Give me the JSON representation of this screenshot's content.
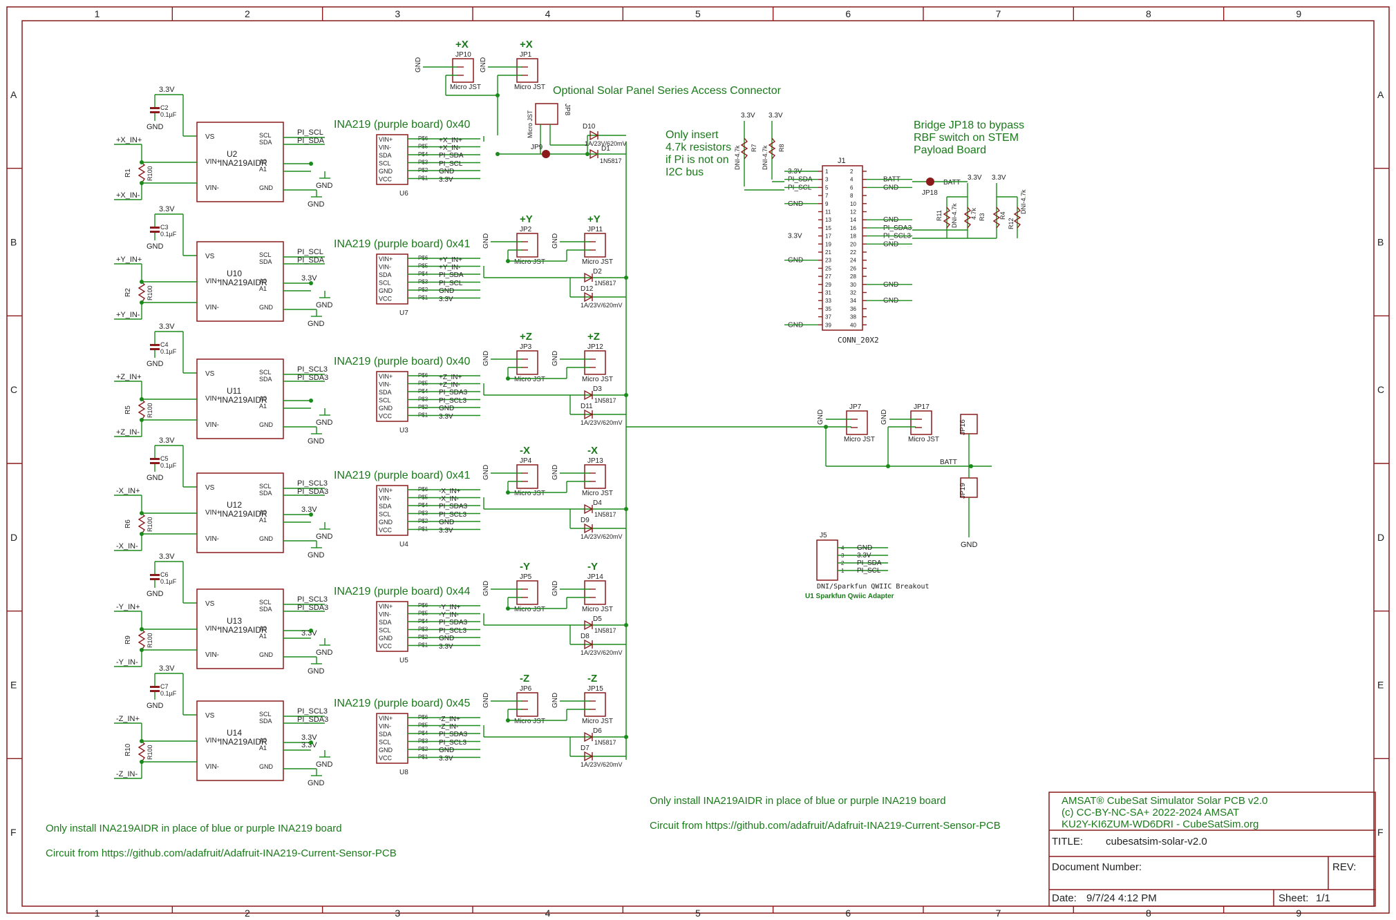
{
  "frame": {
    "columns": [
      "1",
      "2",
      "3",
      "4",
      "5",
      "6",
      "7",
      "8",
      "9"
    ],
    "rows": [
      "A",
      "B",
      "C",
      "D",
      "E",
      "F"
    ]
  },
  "notes": {
    "optional_connector": "Optional Solar Panel Series Access Connector",
    "pullups": [
      "Only insert",
      "4.7k resistors",
      "if Pi is not on",
      "I2C  bus"
    ],
    "bridge": [
      "Bridge JP18 to bypass",
      "RBF switch on STEM",
      "Payload Board"
    ],
    "install_left": "Only install INA219AIDR in place of blue or purple INA219 board",
    "circuit_left": "Circuit from https://github.com/adafruit/Adafruit-INA219-Current-Sensor-PCB",
    "install_right": "Only install INA219AIDR in place of blue or purple INA219 board",
    "circuit_right": "Circuit from https://github.com/adafruit/Adafruit-INA219-Current-Sensor-PCB"
  },
  "channels": [
    {
      "sign": "+X",
      "chip": "U2",
      "res": "R1",
      "cap": "C2",
      "board": "U6",
      "board_title": "INA219 (purple board) 0x40",
      "jst_a": "JP10",
      "jst_b": "JP1",
      "diode_main": "D1",
      "diode_alt": "D10",
      "in_pos": "+X_IN+",
      "in_neg": "+X_IN-",
      "scl": "PI_SCL",
      "sda": "PI_SDA",
      "a0": "",
      "a1": ""
    },
    {
      "sign": "+Y",
      "chip": "U10",
      "res": "R2",
      "cap": "C3",
      "board": "U7",
      "board_title": "INA219 (purple board) 0x41",
      "jst_a": "JP2",
      "jst_b": "JP11",
      "diode_main": "D2",
      "diode_alt": "D12",
      "in_pos": "+Y_IN+",
      "in_neg": "+Y_IN-",
      "scl": "PI_SCL",
      "sda": "PI_SDA",
      "a0": "3.3V",
      "a1": ""
    },
    {
      "sign": "+Z",
      "chip": "U11",
      "res": "R5",
      "cap": "C4",
      "board": "U3",
      "board_title": "INA219 (purple board) 0x40",
      "jst_a": "JP3",
      "jst_b": "JP12",
      "diode_main": "D3",
      "diode_alt": "D11",
      "in_pos": "+Z_IN+",
      "in_neg": "+Z_IN-",
      "scl": "PI_SCL3",
      "sda": "PI_SDA3",
      "a0": "",
      "a1": ""
    },
    {
      "sign": "-X",
      "chip": "U12",
      "res": "R6",
      "cap": "C5",
      "board": "U4",
      "board_title": "INA219 (purple board) 0x41",
      "jst_a": "JP4",
      "jst_b": "JP13",
      "diode_main": "D4",
      "diode_alt": "D9",
      "in_pos": "-X_IN+",
      "in_neg": "-X_IN-",
      "scl": "PI_SCL3",
      "sda": "PI_SDA3",
      "a0": "3.3V",
      "a1": ""
    },
    {
      "sign": "-Y",
      "chip": "U13",
      "res": "R9",
      "cap": "C6",
      "board": "U5",
      "board_title": "INA219 (purple board) 0x44",
      "jst_a": "JP5",
      "jst_b": "JP14",
      "diode_main": "D5",
      "diode_alt": "D8",
      "in_pos": "-Y_IN+",
      "in_neg": "-Y_IN-",
      "scl": "PI_SCL3",
      "sda": "PI_SDA3",
      "a0": "",
      "a1": "3.3V"
    },
    {
      "sign": "-Z",
      "chip": "U14",
      "res": "R10",
      "cap": "C7",
      "board": "U8",
      "board_title": "INA219 (purple board) 0x45",
      "jst_a": "JP6",
      "jst_b": "JP15",
      "diode_main": "D6",
      "diode_alt": "D7",
      "in_pos": "-Z_IN+",
      "in_neg": "-Z_IN-",
      "scl": "PI_SCL3",
      "sda": "PI_SDA3",
      "a0": "3.3V",
      "a1": "3.3V"
    }
  ],
  "common": {
    "chip_value": "INA219AIDR",
    "res_value": "R100",
    "cap_value": "0.1µF",
    "supply": "3.3V",
    "gnd": "GND",
    "jst_value": "Micro JST",
    "diode_main_value": "1N5817",
    "diode_alt_value": "1A/23V/620mV",
    "chip_pins_left": [
      "VS",
      "VIN+",
      "VIN-"
    ],
    "chip_pins_right": [
      "SCL",
      "SDA",
      "A0",
      "A1",
      "GND"
    ],
    "board_pins": [
      "VIN+",
      "VIN-",
      "SDA",
      "SCL",
      "GND",
      "VCC"
    ],
    "board_pin_nums": [
      "P$6",
      "P$5",
      "P$4",
      "P$3",
      "P$2",
      "P$1"
    ]
  },
  "header": {
    "ref": "J1",
    "value": "CONN_20X2",
    "left_labels": [
      "3.3V",
      "PI_SDA",
      "PI_SCL",
      "",
      "GND",
      "",
      "",
      "",
      "",
      "",
      "",
      "GND",
      "",
      "",
      "",
      "",
      "",
      "",
      "",
      "GND"
    ],
    "right_labels": [
      "",
      "BATT",
      "GND",
      "",
      "",
      "",
      "GND",
      "PI_SDA3",
      "PI_SCL3",
      "GND",
      "",
      "",
      "",
      "",
      "GND",
      "",
      "GND",
      "",
      "",
      ""
    ],
    "left_extra": {
      "row9": "3.3V"
    }
  },
  "misc": {
    "jp8": "JP8",
    "jp9": "JP9",
    "jp7": "JP7",
    "jp17": "JP17",
    "jp16": "JP16",
    "jp19": "JP19",
    "jp18": "JP18",
    "batt": "BATT",
    "pullup_left": [
      "DNI-4.7k",
      "R7",
      "DNI-4.7k",
      "R8"
    ],
    "pullup_right": [
      "R11",
      "DNI-4.7k",
      "4.7k",
      "R3",
      "R4",
      "DNI-4.7k",
      "R12",
      "DNI-4.7k"
    ],
    "j5_ref": "J5",
    "j5_pins": [
      "GND",
      "3.3V",
      "PI_SDA",
      "PI_SCL"
    ],
    "j5_value": "DNI/Sparkfun QWIIC Breakout",
    "j5_title": "U1 Sparkfun Qwiic Adapter"
  },
  "title_block": {
    "line1": "AMSAT® CubeSat Simulator Solar PCB v2.0",
    "line2": "(c) CC-BY-NC-SA+   2022-2024 AMSAT",
    "line3": "KU2Y-KI6ZUM-WD6DRI - CubeSatSim.org",
    "title_label": "TITLE:",
    "title_value": "cubesatsim-solar-v2.0",
    "doc_label": "Document Number:",
    "rev_label": "REV:",
    "date_label": "Date:",
    "date_value": "9/7/24 4:12 PM",
    "sheet_label": "Sheet:",
    "sheet_value": "1/1"
  }
}
